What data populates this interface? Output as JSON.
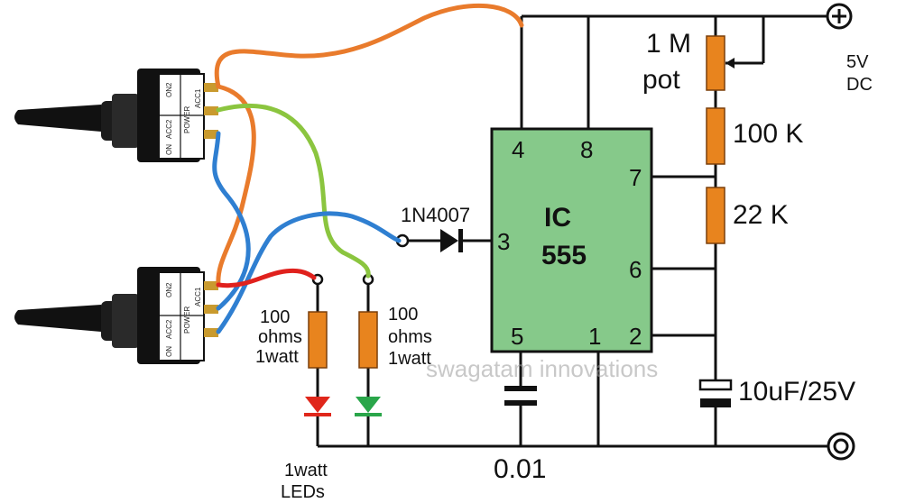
{
  "ic": {
    "name": "IC",
    "number": "555",
    "pins": {
      "p4": "4",
      "p8": "8",
      "p7": "7",
      "p3": "3",
      "p6": "6",
      "p5": "5",
      "p1": "1",
      "p2": "2"
    }
  },
  "components": {
    "pot_value": "1 M",
    "pot_word": "pot",
    "r100k": "100 K",
    "r22k": "22 K",
    "cap_timing": "10uF/25V",
    "cap_control": "0.01",
    "diode": "1N4007",
    "r_led1": [
      "100",
      "ohms",
      "1watt"
    ],
    "r_led2": [
      "100",
      "ohms",
      "1watt"
    ],
    "leds": [
      "1watt",
      "LEDs"
    ]
  },
  "supply": {
    "plus": "+",
    "voltage": "5V",
    "type": "DC"
  },
  "switch_markings": [
    "ON",
    "ACC2",
    "POWER",
    "ACC1",
    "ON2"
  ],
  "watermark": "swagatam innovations",
  "colors": {
    "ic_fill": "#86c98a",
    "resistor": "#e8841e",
    "wire_orange": "#e97b2c",
    "wire_green": "#8bc53f",
    "wire_blue": "#2f7fd1",
    "wire_red": "#e0211d",
    "led_red": "#e0271b",
    "led_green": "#2aa64a"
  }
}
